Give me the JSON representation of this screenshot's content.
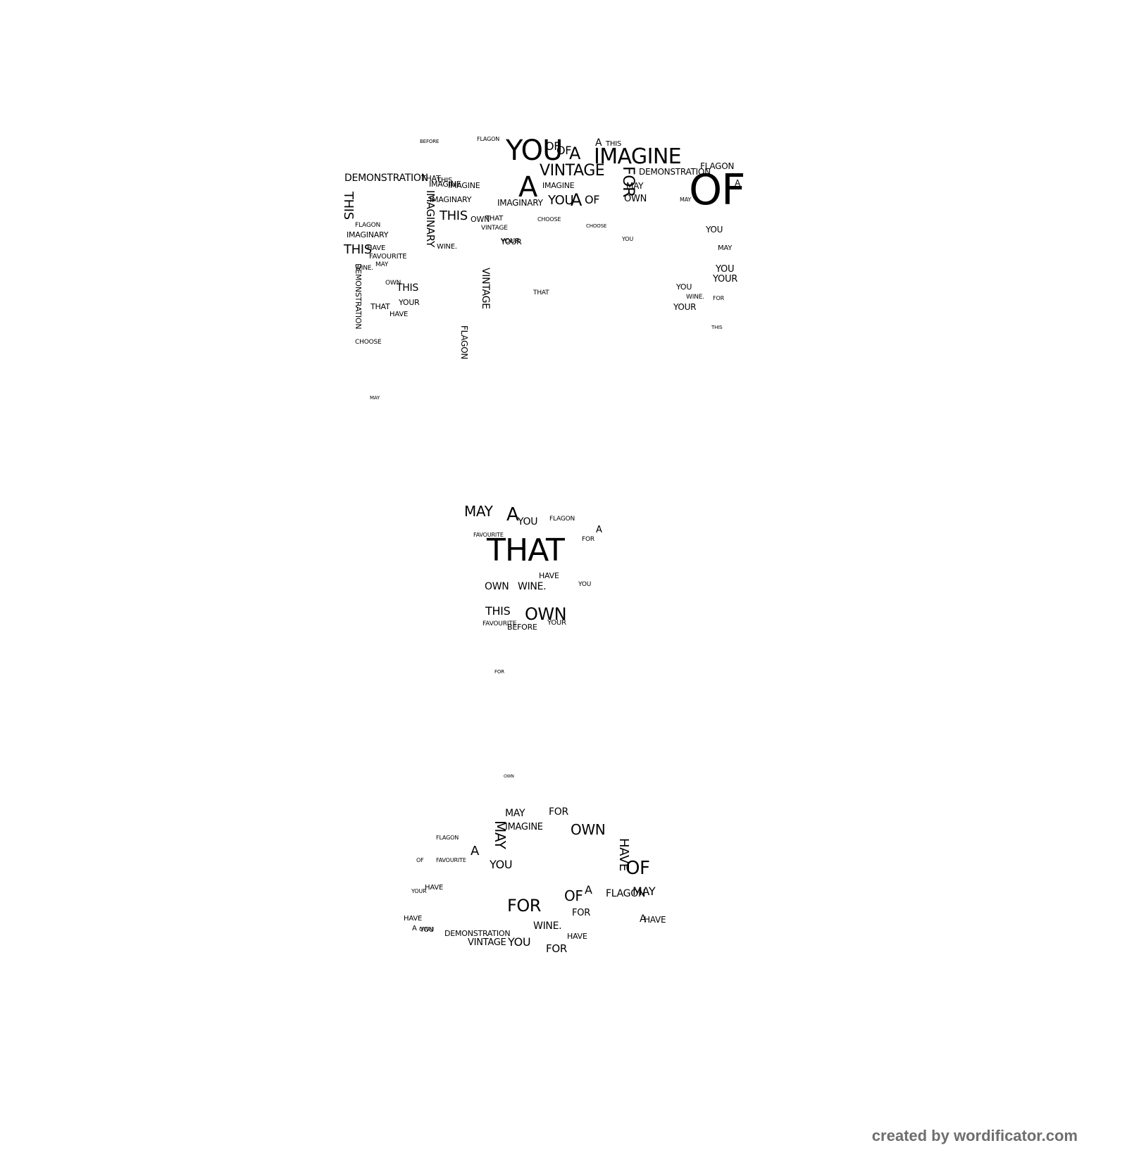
{
  "words": [
    {
      "text": "YOU"
    },
    {
      "text": "OF"
    },
    {
      "text": "OF"
    },
    {
      "text": "A"
    },
    {
      "text": "A"
    },
    {
      "text": "THIS"
    },
    {
      "text": "IMAGINE"
    },
    {
      "text": "A"
    },
    {
      "text": "VINTAGE"
    },
    {
      "text": "DEMONSTRATION"
    },
    {
      "text": "FLAGON"
    },
    {
      "text": "OF"
    },
    {
      "text": "A"
    },
    {
      "text": "FOR"
    },
    {
      "text": "YOU"
    },
    {
      "text": "A"
    },
    {
      "text": "OF"
    },
    {
      "text": "OWN"
    },
    {
      "text": "IMAGINARY"
    },
    {
      "text": "IMAGINE"
    },
    {
      "text": "IMAGINE"
    },
    {
      "text": "MAY"
    },
    {
      "text": "DEMONSTRATION"
    },
    {
      "text": "THAT"
    },
    {
      "text": "THIS"
    },
    {
      "text": "IMAGINE"
    },
    {
      "text": "IMAGINARY"
    },
    {
      "text": "IMAGINARY"
    },
    {
      "text": "THIS"
    },
    {
      "text": "OWN"
    },
    {
      "text": "THAT"
    },
    {
      "text": "VINTAGE"
    },
    {
      "text": "YOUR"
    },
    {
      "text": "THIS"
    },
    {
      "text": "IMAGINARY"
    },
    {
      "text": "FLAGON"
    },
    {
      "text": "THIS"
    },
    {
      "text": "HAVE"
    },
    {
      "text": "FAVOURITE"
    },
    {
      "text": "MAY"
    },
    {
      "text": "WINE."
    },
    {
      "text": "DEMONSTRATION"
    },
    {
      "text": "OWN"
    },
    {
      "text": "WINE."
    },
    {
      "text": "VINTAGE"
    },
    {
      "text": "THIS"
    },
    {
      "text": "YOUR"
    },
    {
      "text": "THAT"
    },
    {
      "text": "HAVE"
    },
    {
      "text": "FLAGON"
    },
    {
      "text": "CHOOSE"
    },
    {
      "text": "YOUR"
    },
    {
      "text": "YOU"
    },
    {
      "text": "YOU"
    },
    {
      "text": "MAY"
    },
    {
      "text": "YOUR"
    },
    {
      "text": "YOU"
    },
    {
      "text": "YOUR"
    },
    {
      "text": "WINE."
    },
    {
      "text": "FOR"
    },
    {
      "text": "THAT"
    },
    {
      "text": "THIS"
    },
    {
      "text": "BEFORE"
    },
    {
      "text": "FLAGON"
    },
    {
      "text": "CHOOSE"
    },
    {
      "text": "CHOOSE"
    },
    {
      "text": "YOU"
    },
    {
      "text": "MAY"
    },
    {
      "text": "MAY"
    },
    {
      "text": "MAY"
    },
    {
      "text": "A"
    },
    {
      "text": "YOU"
    },
    {
      "text": "THAT"
    },
    {
      "text": "FLAGON"
    },
    {
      "text": "OWN"
    },
    {
      "text": "WINE."
    },
    {
      "text": "HAVE"
    },
    {
      "text": "FAVOURITE"
    },
    {
      "text": "OWN"
    },
    {
      "text": "THIS"
    },
    {
      "text": "YOUR"
    },
    {
      "text": "BEFORE"
    },
    {
      "text": "FAVOURITE"
    },
    {
      "text": "A"
    },
    {
      "text": "FOR"
    },
    {
      "text": "YOU"
    },
    {
      "text": "FOR"
    },
    {
      "text": "OWN"
    },
    {
      "text": "MAY"
    },
    {
      "text": "MAY"
    },
    {
      "text": "IMAGINE"
    },
    {
      "text": "FOR"
    },
    {
      "text": "OWN"
    },
    {
      "text": "HAVE"
    },
    {
      "text": "OF"
    },
    {
      "text": "A"
    },
    {
      "text": "A"
    },
    {
      "text": "YOU"
    },
    {
      "text": "FOR"
    },
    {
      "text": "OF"
    },
    {
      "text": "A"
    },
    {
      "text": "FLAGON"
    },
    {
      "text": "MAY"
    },
    {
      "text": "FOR"
    },
    {
      "text": "WINE."
    },
    {
      "text": "DEMONSTRATION"
    },
    {
      "text": "VINTAGE"
    },
    {
      "text": "YOU"
    },
    {
      "text": "FOR"
    },
    {
      "text": "HAVE"
    },
    {
      "text": "HAVE"
    },
    {
      "text": "FLAGON"
    },
    {
      "text": "FAVOURITE"
    },
    {
      "text": "YOUR"
    },
    {
      "text": "HAVE"
    },
    {
      "text": "YOU"
    },
    {
      "text": "OF"
    },
    {
      "text": "A"
    },
    {
      "text": "HAVE"
    },
    {
      "text": "OWN"
    }
  ],
  "credit": "created by wordificator.com"
}
